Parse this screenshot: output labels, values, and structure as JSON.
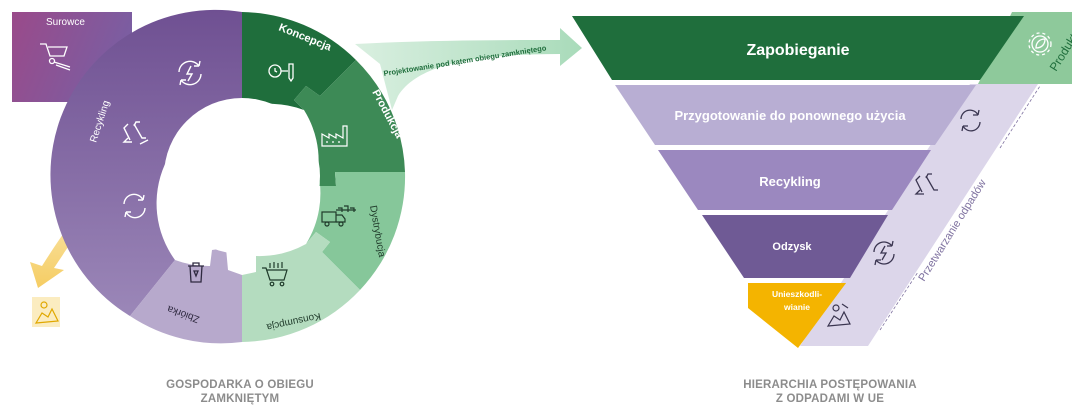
{
  "circular_economy": {
    "caption_line1": "GOSPODARKA O OBIEGU",
    "caption_line2": "ZAMKNIĘTYM",
    "raw_materials_label": "Surowce",
    "stages": [
      {
        "label": "Koncepcja",
        "icon": "design-pen-icon"
      },
      {
        "label": "Produkcja",
        "icon": "factory-icon"
      },
      {
        "label": "Dystrybucja",
        "icon": "delivery-truck-icon"
      },
      {
        "label": "Konsumpcja",
        "icon": "shopping-cart-icon"
      },
      {
        "label": "Zbiórka",
        "icon": "trash-bin-icon"
      },
      {
        "label": "Recykling",
        "icon": "recycle-icon"
      }
    ],
    "arrow_label": "Projektowanie pod kątem obiegu zamkniętego",
    "colors": {
      "dark_green": "#1f6e3c",
      "mid_green": "#3d8a56",
      "light_green": "#86c79a",
      "pale_green": "#b4dcbf",
      "purple_dark": "#6e4e91",
      "purple_mid": "#8c6faa",
      "lavender": "#b7a9cc",
      "magenta": "#9a4a8a",
      "yellow": "#f6cf62"
    }
  },
  "waste_hierarchy": {
    "caption_line1": "HIERARCHIA POSTĘPOWANIA",
    "caption_line2": "Z ODPADAMI W UE",
    "levels": [
      {
        "label": "Zapobieganie",
        "color": "#1f6e3c"
      },
      {
        "label": "Przygotowanie do ponownego użycia",
        "color": "#b8aed3"
      },
      {
        "label": "Recykling",
        "color": "#9b88bf"
      },
      {
        "label": "Odzysk",
        "color": "#6f5a95"
      },
      {
        "label_line1": "Unieszkodli-",
        "label_line2": "wianie",
        "color": "#f4b400"
      }
    ],
    "side_top_label": "Produkt",
    "side_band_label": "Przetwarzanie odpadów",
    "colors": {
      "band": "#dcd6ea",
      "top_band": "#8ec99b"
    }
  }
}
